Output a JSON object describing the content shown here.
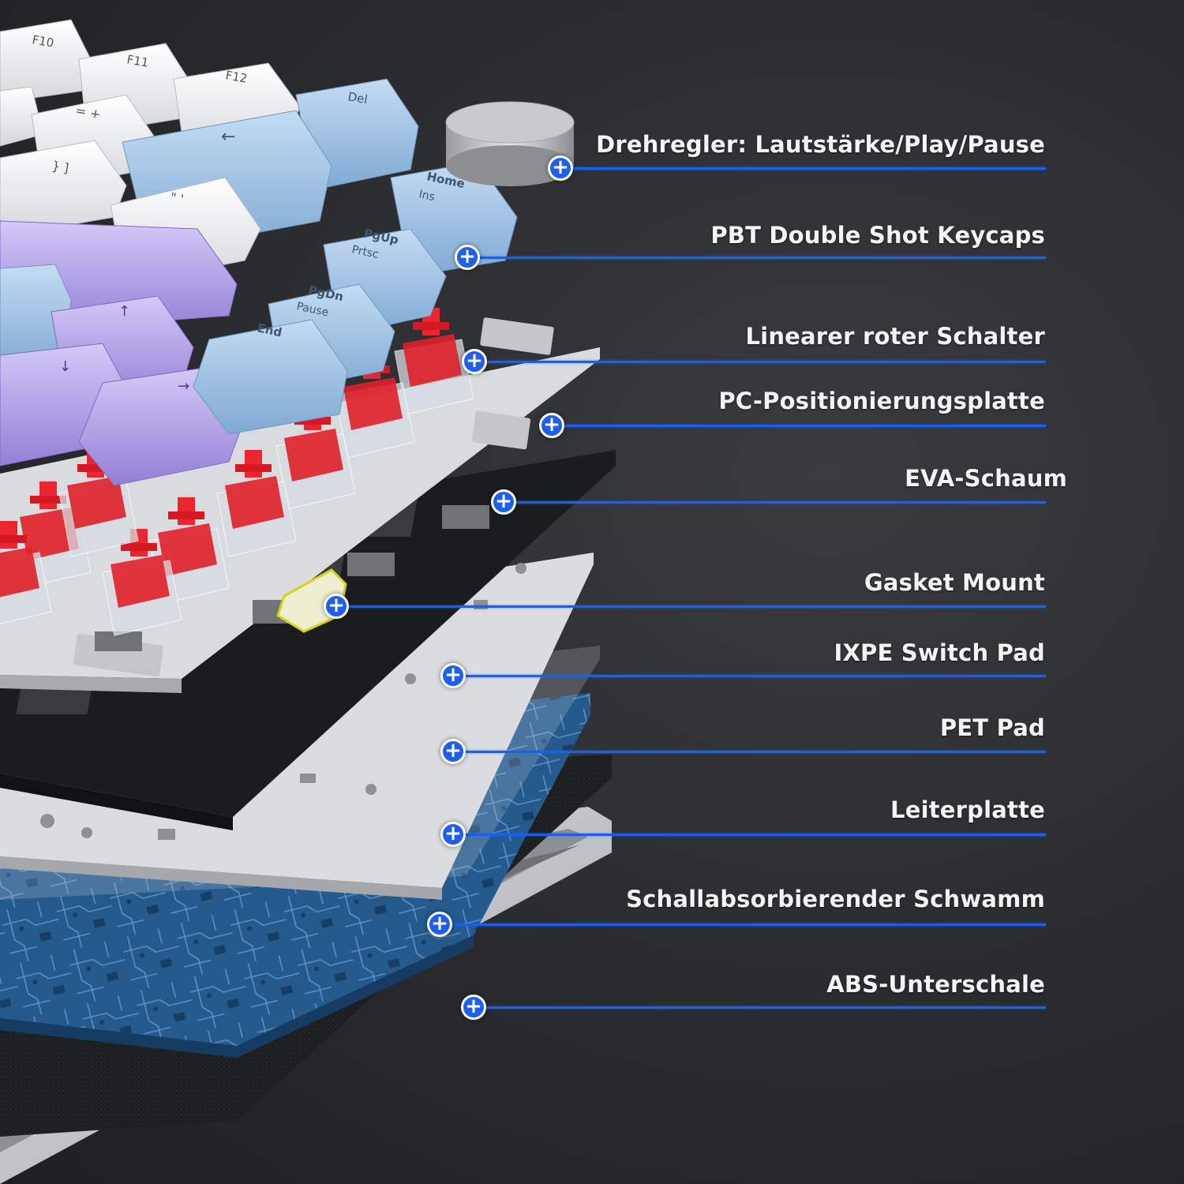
{
  "callouts": [
    {
      "id": "knob",
      "label": "Drehregler: Lautstärke/Play/Pause"
    },
    {
      "id": "keycaps",
      "label": "PBT Double Shot Keycaps"
    },
    {
      "id": "switch",
      "label": "Linearer roter Schalter"
    },
    {
      "id": "plate",
      "label": "PC-Positionierungsplatte"
    },
    {
      "id": "eva",
      "label": "EVA-Schaum"
    },
    {
      "id": "gasket",
      "label": "Gasket Mount"
    },
    {
      "id": "ixpe",
      "label": "IXPE Switch Pad"
    },
    {
      "id": "pet",
      "label": "PET Pad"
    },
    {
      "id": "pcb",
      "label": "Leiterplatte"
    },
    {
      "id": "sponge",
      "label": "Schallabsorbierender Schwamm"
    },
    {
      "id": "case",
      "label": "ABS-Unterschale"
    }
  ],
  "keys": {
    "f10": "F10",
    "f11": "F11",
    "f12": "F12",
    "del": "Del",
    "home": "Home",
    "ins": "Ins",
    "pgup": "PgUp",
    "prtsc": "Prtsc",
    "pgdn": "PgDn",
    "pause": "Pause",
    "end": "End",
    "equals": "= +",
    "backspace": "←",
    "brace": "} ]",
    "quote": "\" '",
    "up": "↑",
    "down": "↓",
    "right": "→"
  },
  "marker_symbol": "+",
  "colors": {
    "accent_line": "#1a5ff0",
    "switch_red": "#e0202a",
    "keycap_blue": "#a8c8e8",
    "keycap_purple": "#b6a6ec",
    "keycap_white": "#eeeff2",
    "pcb_blue": "#24588a"
  }
}
